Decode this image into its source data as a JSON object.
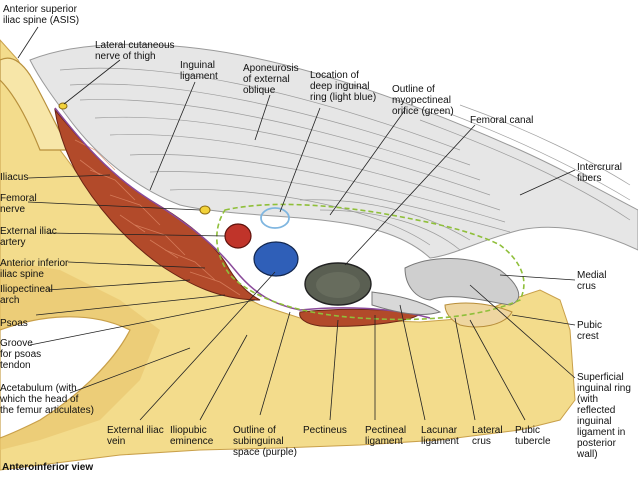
{
  "labels": {
    "asis": "Anterior superior\niliac spine (ASIS)",
    "lat_cut_nerve": "Lateral cutaneous\nnerve of thigh",
    "inguinal_lig": "Inguinal\nligament",
    "aponeurosis": "Aponeurosis\nof external\noblique",
    "deep_ring": "Location of\ndeep inguinal\nring (light blue)",
    "myopectineal": "Outline of\nmyopectineal\norifice (green)",
    "femoral_canal": "Femoral canal",
    "intercrural": "Intercrural\nfibers",
    "iliacus": "Iliacus",
    "femoral_nerve": "Femoral\nnerve",
    "ext_iliac_artery": "External iliac\nartery",
    "aiis": "Anterior inferior\niliac spine",
    "iliopectineal_arch": "Iliopectineal\narch",
    "psoas": "Psoas",
    "groove_psoas": "Groove\nfor psoas\ntendon",
    "acetabulum": "Acetabulum (with\nwhich the head of\nthe femur articulates)",
    "medial_crus": "Medial\ncrus",
    "pubic_crest": "Pubic\ncrest",
    "superficial_ring": "Superficial\ninguinal ring\n(with reflected\ninguinal\nligament in\nposterior wall)",
    "ext_iliac_vein": "External iliac\nvein",
    "iliopubic_em": "Iliopubic\neminence",
    "subinguinal": "Outline of\nsubinguinal\nspace (purple)",
    "pectineus": "Pectineus",
    "pectineal_lig": "Pectineal\nligament",
    "lacunar_lig": "Lacunar\nligament",
    "lateral_crus": "Lateral\ncrus",
    "pubic_tubercle": "Pubic\ntubercle"
  },
  "caption": "Anteroinferior view",
  "colors": {
    "bone": "#f3dc8c",
    "bone_dark": "#e0b85a",
    "muscle": "#b24a2a",
    "muscle_light": "#d07050",
    "aponeurosis": "#dcdcdc",
    "artery": "#c0342a",
    "vein": "#2f5fb8",
    "canal": "#555a50",
    "green_outline": "#8fbf3a",
    "blue_outline": "#7fb6e0",
    "purple_outline": "#8a4a9a"
  }
}
